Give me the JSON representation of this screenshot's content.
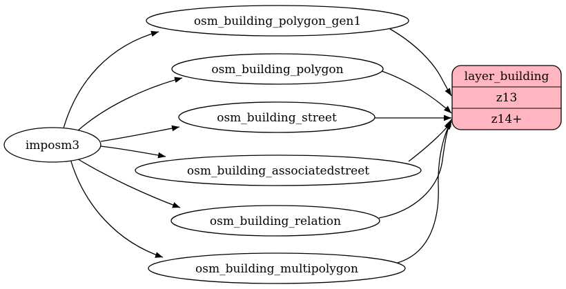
{
  "diagram": {
    "kind": "etl-flow-graph",
    "background_color": "#ffffff",
    "edge_color": "#000000",
    "table_node_fill": "#ffffff",
    "layer_node_fill": "#ffb6c1",
    "source": {
      "label": "imposm3"
    },
    "tables": [
      {
        "label": "osm_building_polygon_gen1"
      },
      {
        "label": "osm_building_polygon"
      },
      {
        "label": "osm_building_street"
      },
      {
        "label": "osm_building_associatedstreet"
      },
      {
        "label": "osm_building_relation"
      },
      {
        "label": "osm_building_multipolygon"
      }
    ],
    "layer": {
      "title": "layer_building",
      "rows": [
        {
          "label": "z13"
        },
        {
          "label": "z14+"
        }
      ]
    },
    "edges": [
      {
        "from": "imposm3",
        "to": "osm_building_polygon_gen1"
      },
      {
        "from": "imposm3",
        "to": "osm_building_polygon"
      },
      {
        "from": "imposm3",
        "to": "osm_building_street"
      },
      {
        "from": "imposm3",
        "to": "osm_building_associatedstreet"
      },
      {
        "from": "imposm3",
        "to": "osm_building_relation"
      },
      {
        "from": "imposm3",
        "to": "osm_building_multipolygon"
      },
      {
        "from": "osm_building_polygon_gen1",
        "to": "layer_building.z13"
      },
      {
        "from": "osm_building_polygon",
        "to": "layer_building.z14+"
      },
      {
        "from": "osm_building_street",
        "to": "layer_building.z14+"
      },
      {
        "from": "osm_building_associatedstreet",
        "to": "layer_building.z14+"
      },
      {
        "from": "osm_building_relation",
        "to": "layer_building.z14+"
      },
      {
        "from": "osm_building_multipolygon",
        "to": "layer_building.z14+"
      }
    ]
  }
}
